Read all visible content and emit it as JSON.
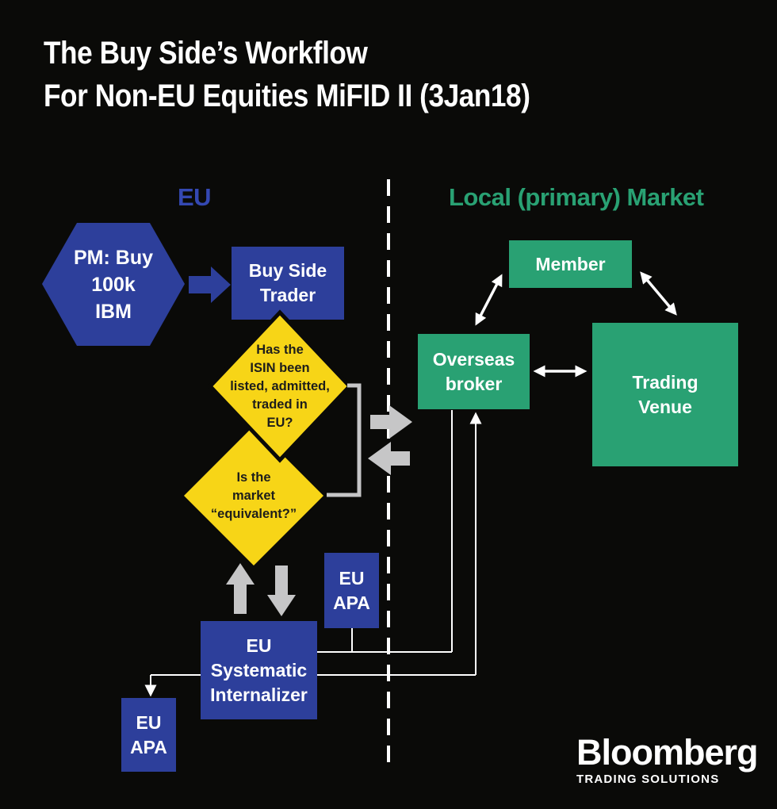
{
  "title": {
    "line1": "The Buy Side’s Workflow",
    "line2": "For Non-EU Equities MiFID II (3Jan18)"
  },
  "sections": {
    "eu_label": "EU",
    "local_label": "Local (primary) Market"
  },
  "nodes": {
    "pm": "PM: Buy\n100k\nIBM",
    "buy_side_trader": "Buy Side\nTrader",
    "diamond_isin": "Has the\nISIN been\nlisted, admitted,\ntraded in\nEU?",
    "diamond_equivalent": "Is the\nmarket\n“equivalent?”",
    "member": "Member",
    "overseas_broker": "Overseas\nbroker",
    "trading_venue": "Trading\nVenue",
    "eu_apa_mid": "EU\nAPA",
    "eu_systematic_internalizer": "EU\nSystematic\nInternalizer",
    "eu_apa_bottom": "EU\nAPA"
  },
  "logo": {
    "brand": "Bloomberg",
    "tagline": "TRADING SOLUTIONS"
  },
  "colors": {
    "background": "#0a0a08",
    "blue": "#2d3f9b",
    "green": "#29a173",
    "yellow": "#f7d517",
    "gray": "#c6c6c7",
    "dark_text": "#1d1d1b",
    "white": "#ffffff"
  }
}
